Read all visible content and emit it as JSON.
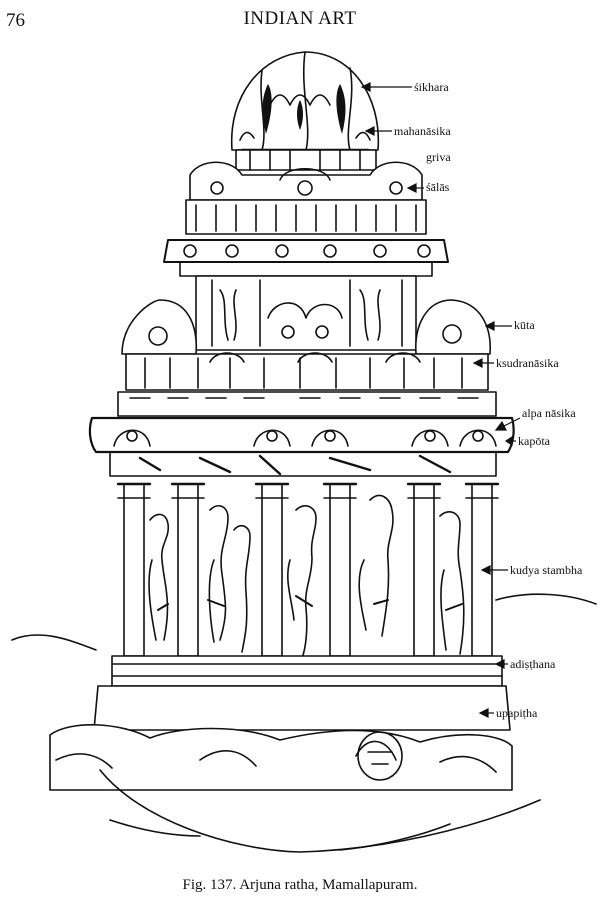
{
  "header": {
    "page_number": "76",
    "title": "INDIAN ART"
  },
  "labels": {
    "sikhara": "śikhara",
    "mahanasika": "mahanāsika",
    "griva": "griva",
    "salas": "śālās",
    "kuta": "kūta",
    "ksudranasika": "ksudranāsika",
    "alpa_nasika": "alpa nāsika",
    "kapota": "kapōta",
    "kudya_stambha": "kudya stambha",
    "adisthana": "adiṣṭhana",
    "upapitha": "upapiṭha"
  },
  "caption": "Fig. 137. Arjuna ratha, Mamallapuram.",
  "colors": {
    "ink": "#111111",
    "paper": "#ffffff"
  }
}
